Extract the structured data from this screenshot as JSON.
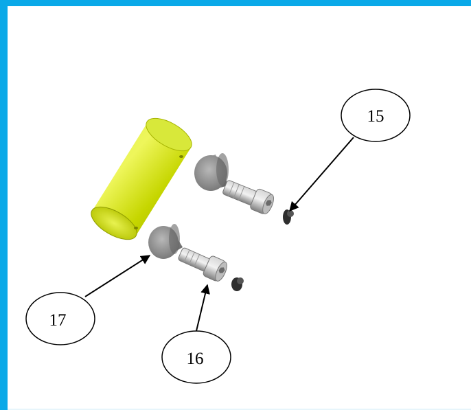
{
  "figure": {
    "frame_color": "#0aa9e8",
    "callouts": [
      {
        "id": "callout-15",
        "label": "15"
      },
      {
        "id": "callout-16",
        "label": "16"
      },
      {
        "id": "callout-17",
        "label": "17"
      }
    ],
    "parts": [
      {
        "name": "yellow-cylinder-pin",
        "color": "#c8d800"
      },
      {
        "name": "gray-bushing",
        "color": "#8c8c8c"
      },
      {
        "name": "socket-head-screw",
        "color": "#b0b0b0"
      },
      {
        "name": "washer-nut",
        "color": "#333333"
      }
    ]
  }
}
